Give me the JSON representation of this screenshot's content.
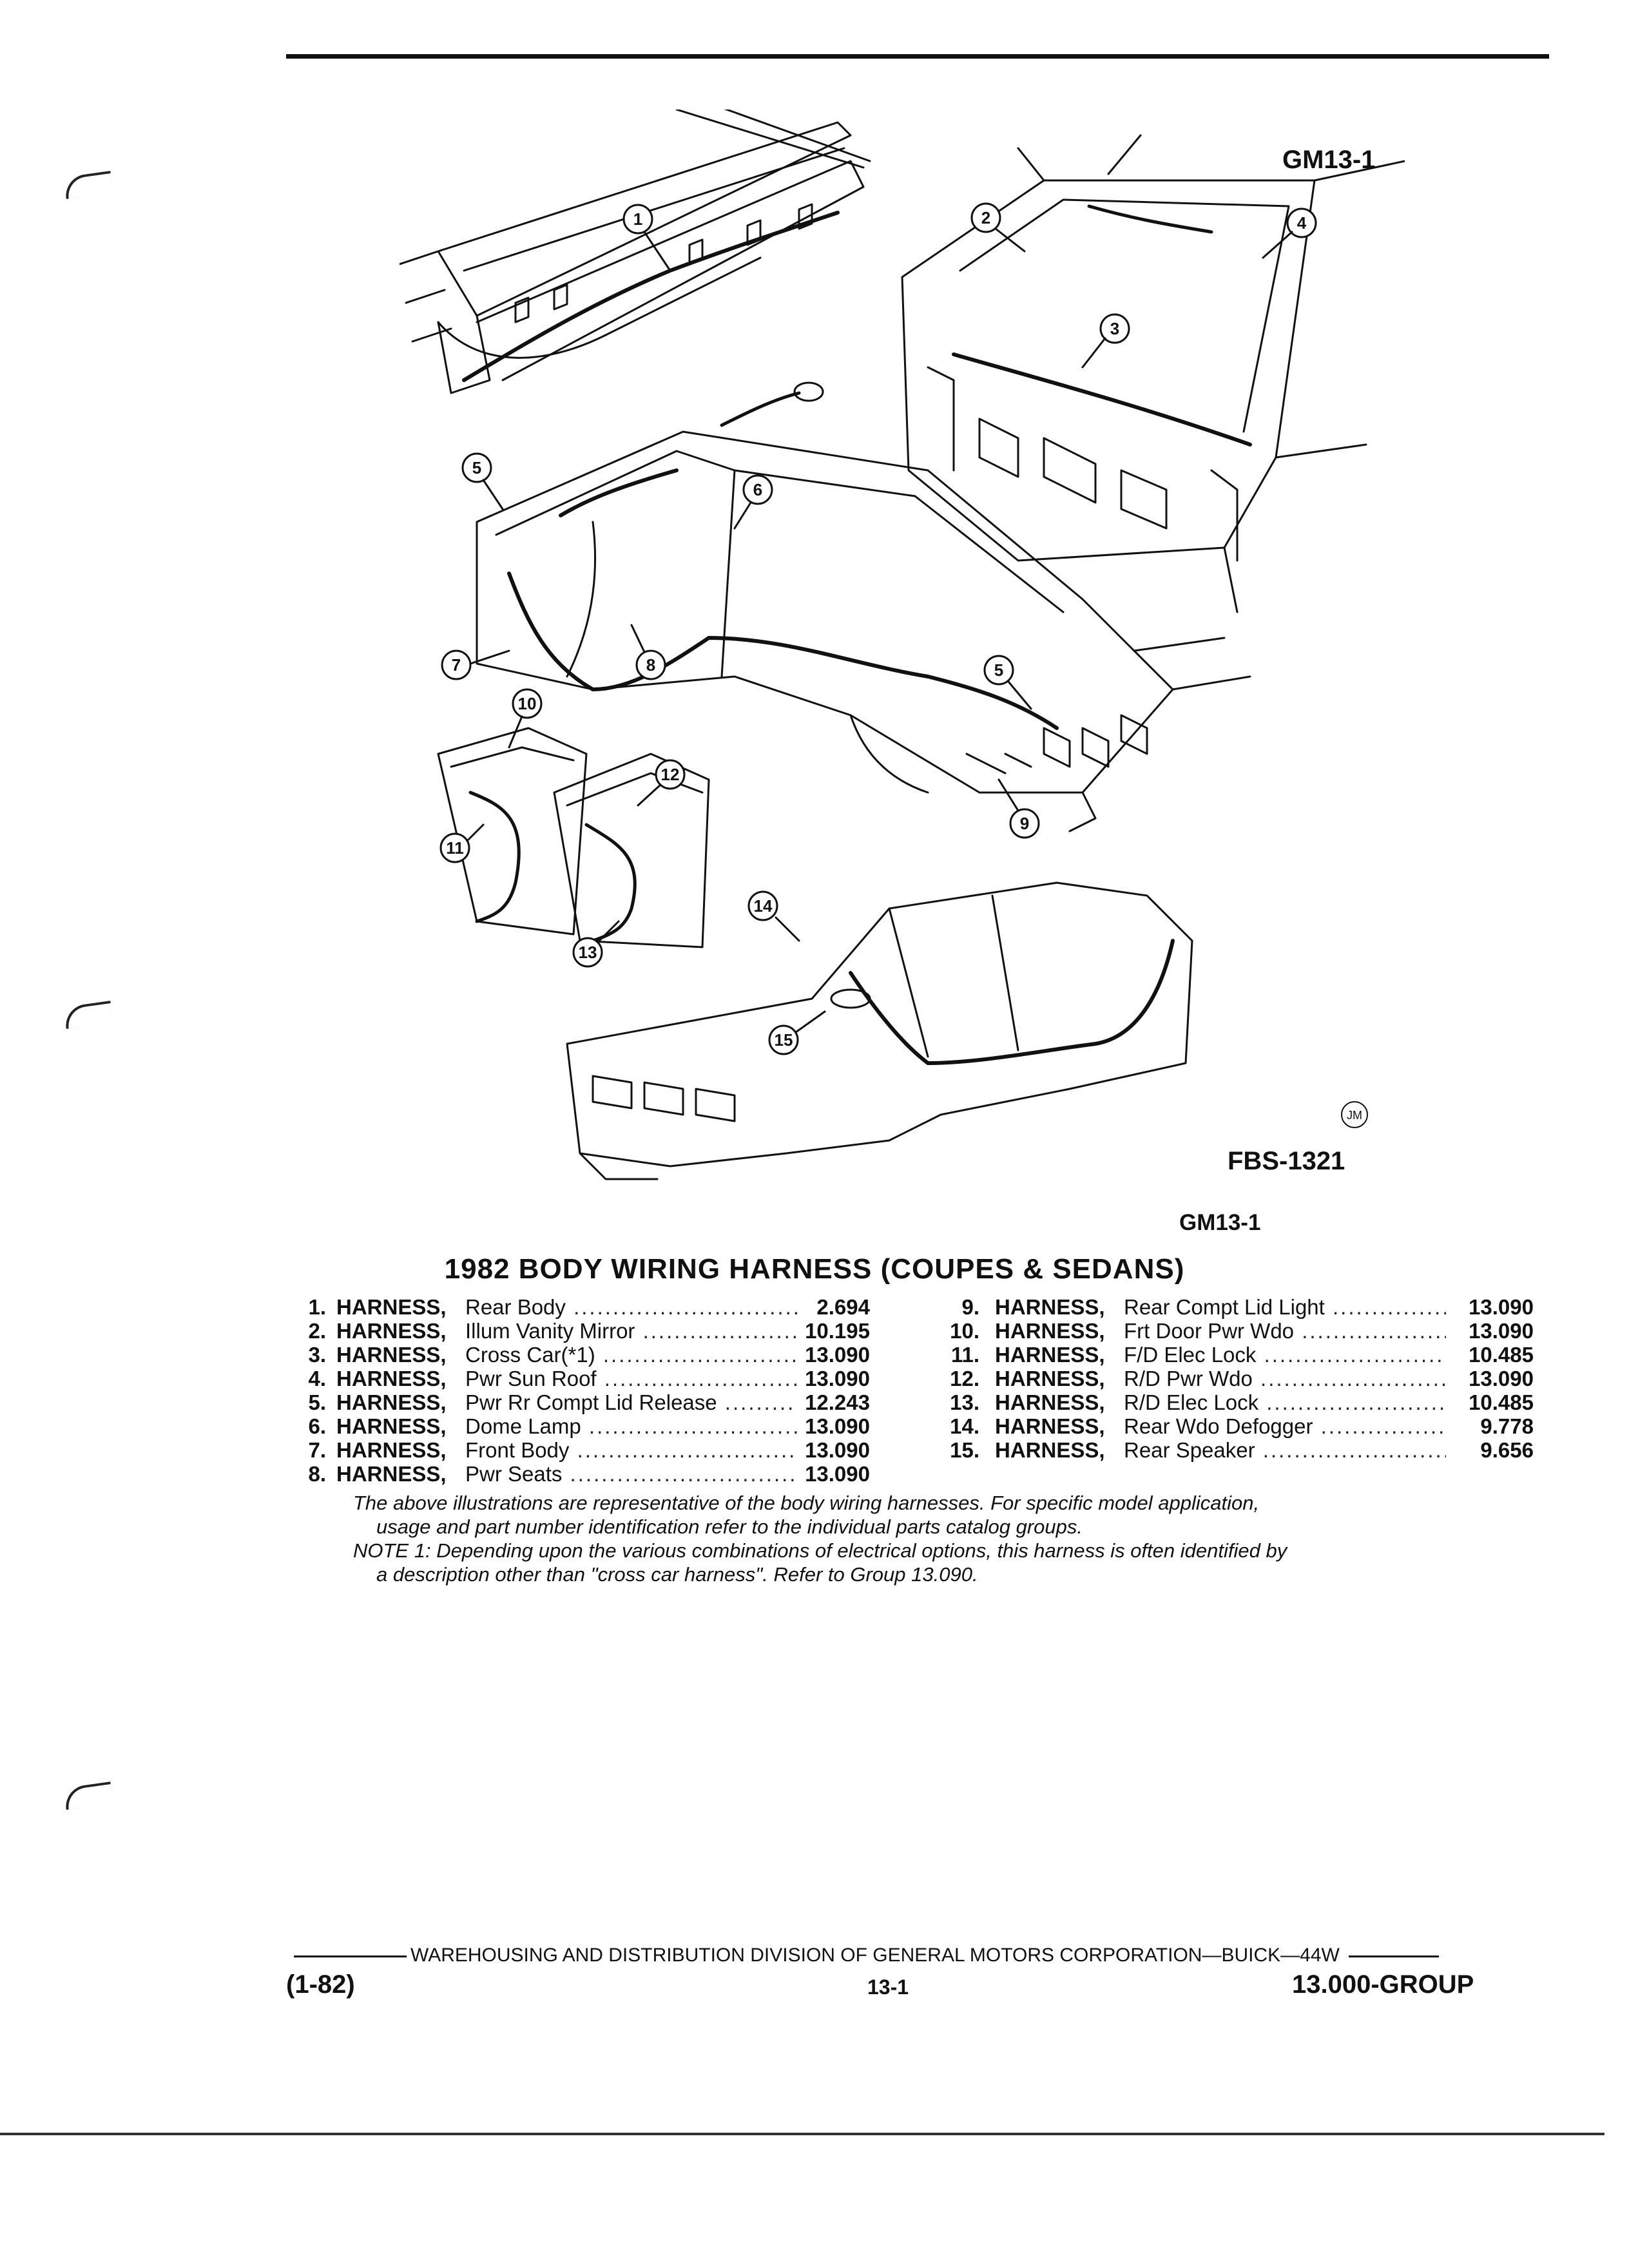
{
  "codes": {
    "top": "GM13-1",
    "figure": "FBS-1321",
    "mid": "GM13-1",
    "artist_mark": "JM"
  },
  "callouts": [
    "1",
    "2",
    "3",
    "4",
    "5",
    "6",
    "7",
    "8",
    "5",
    "9",
    "10",
    "11",
    "12",
    "13",
    "14",
    "15"
  ],
  "title": "1982 BODY WIRING HARNESS (COUPES & SEDANS)",
  "harness_keyword": "HARNESS,",
  "items_left": [
    {
      "num": "1.",
      "desc": "Rear Body",
      "group": "2.694"
    },
    {
      "num": "2.",
      "desc": "Illum Vanity Mirror",
      "group": "10.195"
    },
    {
      "num": "3.",
      "desc": "Cross Car(*1)",
      "group": "13.090"
    },
    {
      "num": "4.",
      "desc": "Pwr Sun Roof",
      "group": "13.090"
    },
    {
      "num": "5.",
      "desc": "Pwr Rr Compt Lid Release",
      "group": "12.243"
    },
    {
      "num": "6.",
      "desc": "Dome Lamp",
      "group": "13.090"
    },
    {
      "num": "7.",
      "desc": "Front Body",
      "group": "13.090"
    },
    {
      "num": "8.",
      "desc": "Pwr Seats",
      "group": "13.090"
    }
  ],
  "items_right": [
    {
      "num": "9.",
      "desc": "Rear Compt Lid Light",
      "group": "13.090"
    },
    {
      "num": "10.",
      "desc": "Frt Door Pwr Wdo",
      "group": "13.090"
    },
    {
      "num": "11.",
      "desc": "F/D Elec Lock",
      "group": "10.485"
    },
    {
      "num": "12.",
      "desc": "R/D Pwr Wdo",
      "group": "13.090"
    },
    {
      "num": "13.",
      "desc": "R/D Elec Lock",
      "group": "10.485"
    },
    {
      "num": "14.",
      "desc": "Rear Wdo Defogger",
      "group": "9.778"
    },
    {
      "num": "15.",
      "desc": "Rear Speaker",
      "group": "9.656"
    }
  ],
  "notes": {
    "line1": "The above illustrations are representative of the body wiring harnesses. For specific model application,",
    "line2": "usage and part number identification refer to the individual parts catalog groups.",
    "line3": "NOTE 1: Depending upon the various combinations of electrical options, this harness is often identified by",
    "line4": "a description other than \"cross car harness\". Refer to Group 13.090."
  },
  "footer": {
    "division": "WAREHOUSING AND DISTRIBUTION DIVISION OF GENERAL MOTORS CORPORATION—BUICK—44W",
    "date": "(1-82)",
    "page": "13-1",
    "group": "13.000-GROUP"
  }
}
